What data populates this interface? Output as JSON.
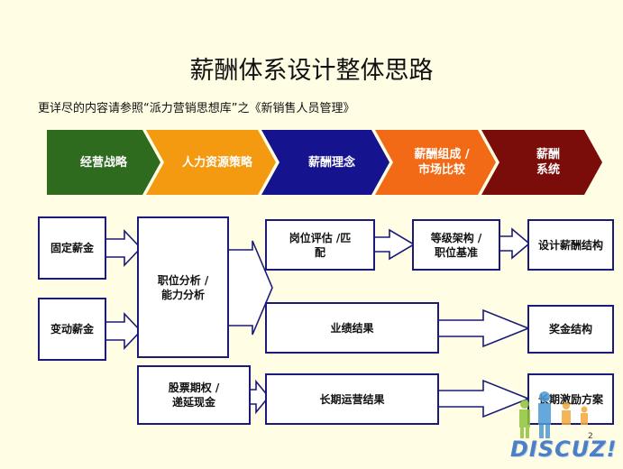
{
  "title": "薪酬体系设计整体思路",
  "subtitle": "更详尽的内容请参照“派力营销思想库”之《新销售人员管理》",
  "process": [
    {
      "label": "经营战略",
      "color": "#2e6b1f"
    },
    {
      "label": "人力资源策略",
      "color": "#f39a10"
    },
    {
      "label": "薪酬理念",
      "color": "#15148e"
    },
    {
      "label": "薪酬组成 /\n市场比较",
      "color": "#f26a16"
    },
    {
      "label": "薪酬\n系统",
      "color": "#7a0c0a"
    }
  ],
  "boxes": {
    "fixed_salary": "固定薪金",
    "variable_salary": "变动薪金",
    "job_analysis": "职位分析 /\n能力分析",
    "stock_option": "股票期权 /\n递延现金",
    "position_eval": "岗位评估 /匹\n配",
    "grade_structure": "等级架构 /\n职位基准",
    "design_salary": "设计薪酬结构",
    "performance": "业绩结果",
    "bonus_structure": "奖金结构",
    "long_term_results": "长期运营结果",
    "long_term_incentive": "长期激励方案"
  },
  "page_number": "2",
  "watermark": "DISCUZ!"
}
